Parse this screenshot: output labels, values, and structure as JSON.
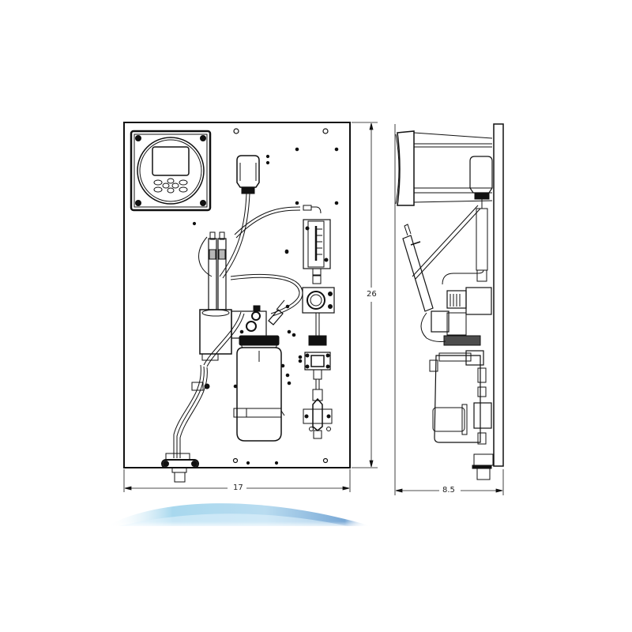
{
  "drawing": {
    "views": [
      {
        "name": "front-view",
        "label": ""
      },
      {
        "name": "side-view",
        "label": ""
      }
    ],
    "dimensions": {
      "front_width": "17",
      "front_height": "26",
      "side_depth": "8.5"
    },
    "colors": {
      "line": "#111111",
      "background": "#ffffff",
      "swoosh_light": "#d6eef8",
      "swoosh_dark": "#7fb9da"
    }
  }
}
